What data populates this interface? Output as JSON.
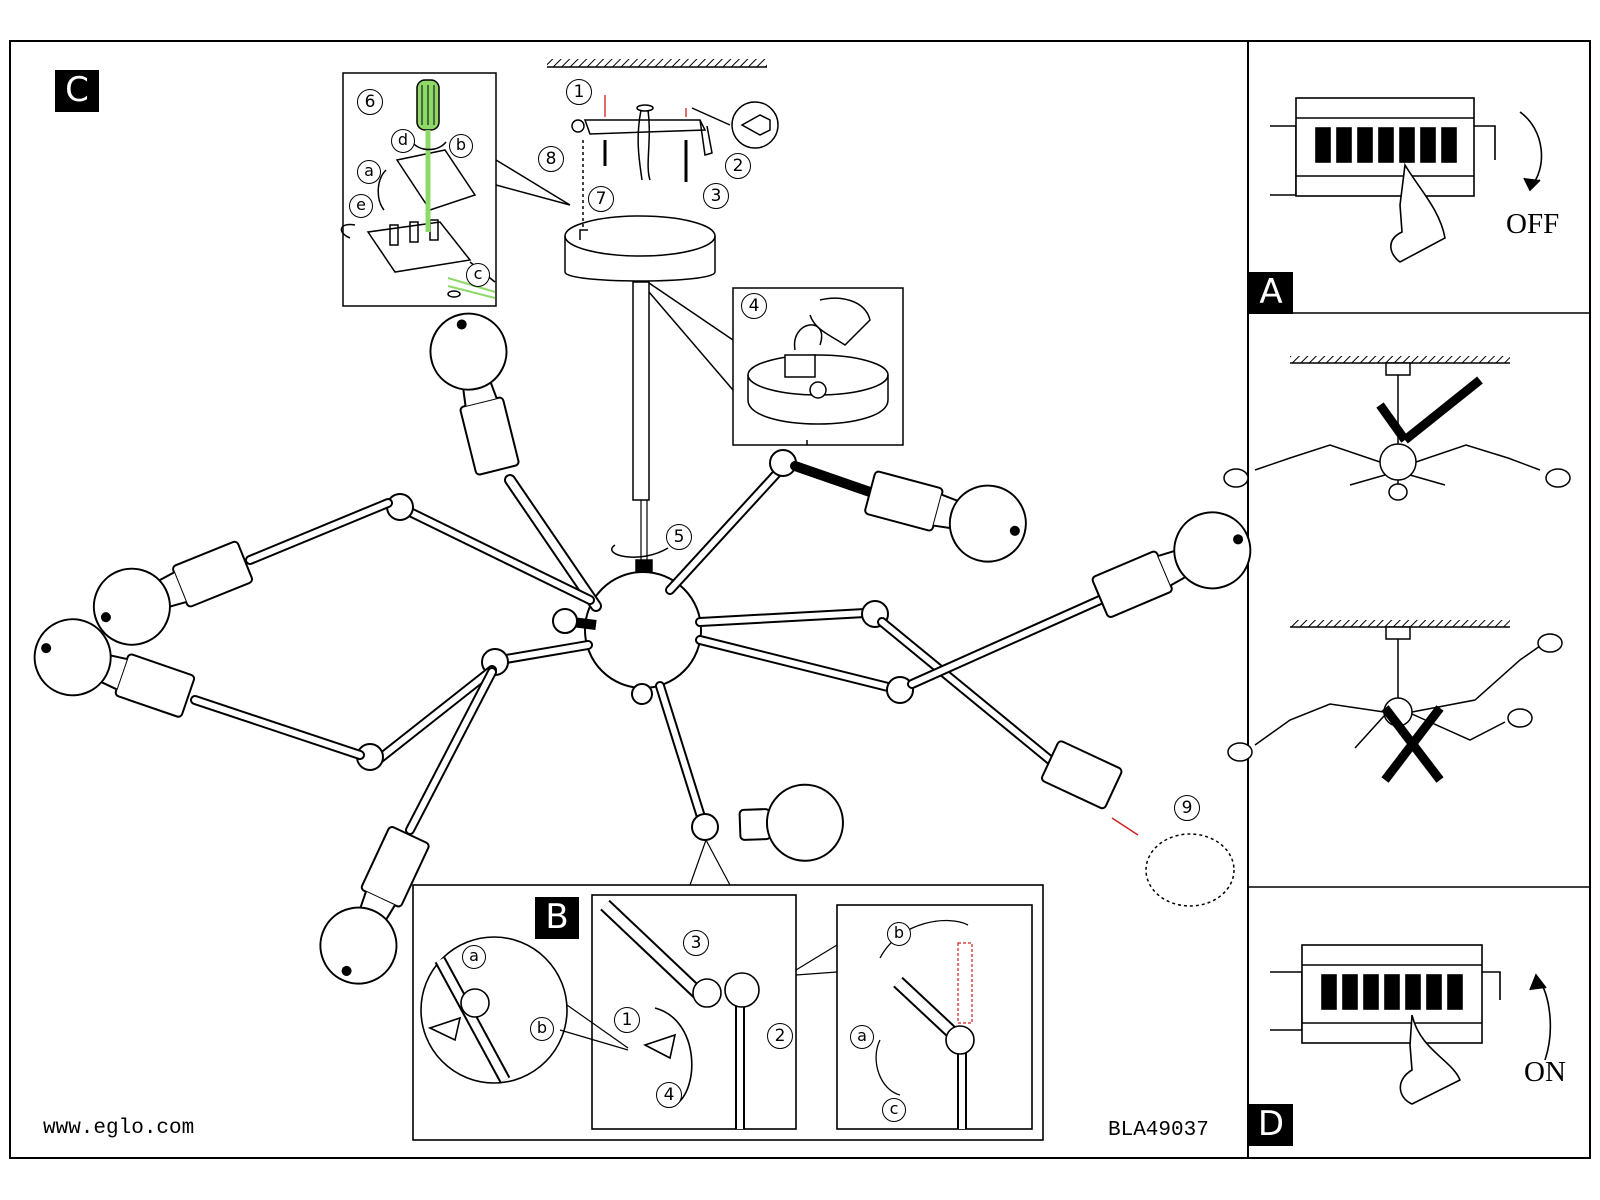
{
  "labels": {
    "panel_c": "C",
    "panel_a": "A",
    "panel_b": "B",
    "panel_d": "D",
    "off": "OFF",
    "on": "ON",
    "website": "www.eglo.com",
    "model": "BLA49037"
  },
  "steps": [
    "1",
    "2",
    "3",
    "4",
    "5",
    "6",
    "7",
    "8",
    "9"
  ],
  "detail_b_steps": [
    "1",
    "2",
    "3",
    "4"
  ],
  "letters": [
    "a",
    "b",
    "c",
    "d",
    "e"
  ],
  "colors": {
    "line": "#000000",
    "screwdriver": "#8fd86a",
    "wire_red": "#d02020"
  }
}
